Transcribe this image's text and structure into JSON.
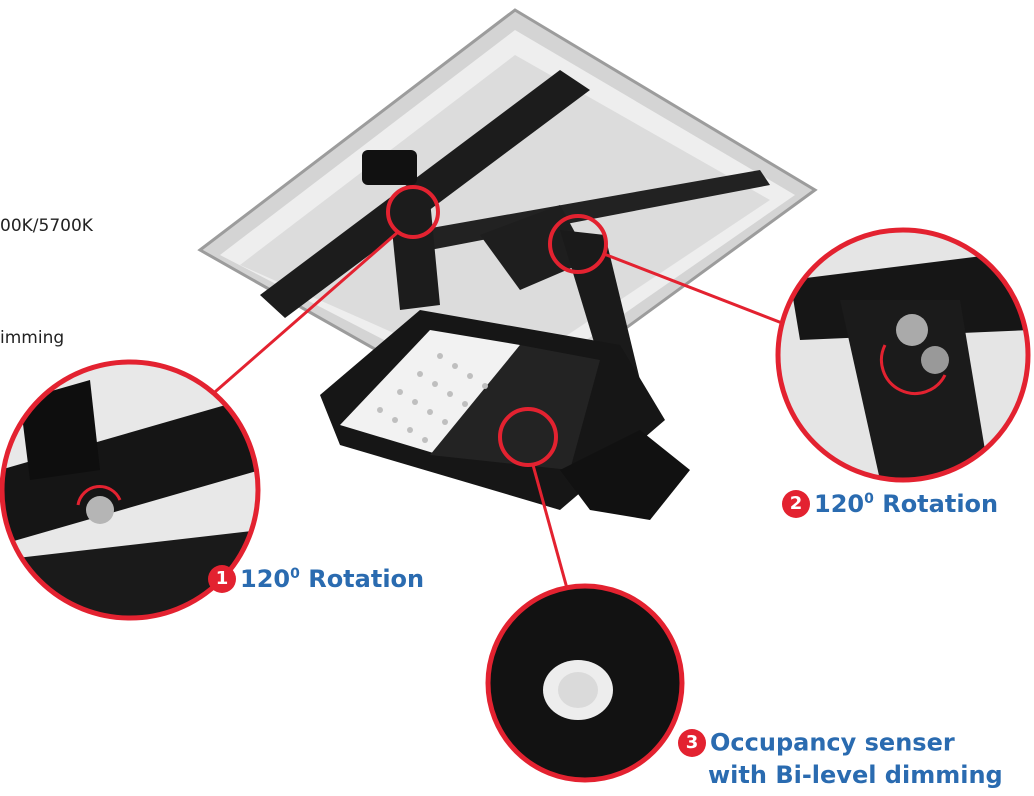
{
  "specs": {
    "line1": "00K/5700K",
    "line2": "imming"
  },
  "callouts": [
    {
      "number": "1",
      "label": "120",
      "sup": "0",
      "suffix": " Rotation"
    },
    {
      "number": "2",
      "label": "120",
      "sup": "0",
      "suffix": " Rotation"
    },
    {
      "number": "3",
      "label": "Occupancy senser",
      "line2": "with Bi-level dimming"
    }
  ],
  "colors": {
    "accent_red": "#e32230",
    "label_blue": "#2a6bb0",
    "fixture_black": "#1a1a1a",
    "panel_silver": "#c8c8c8"
  }
}
